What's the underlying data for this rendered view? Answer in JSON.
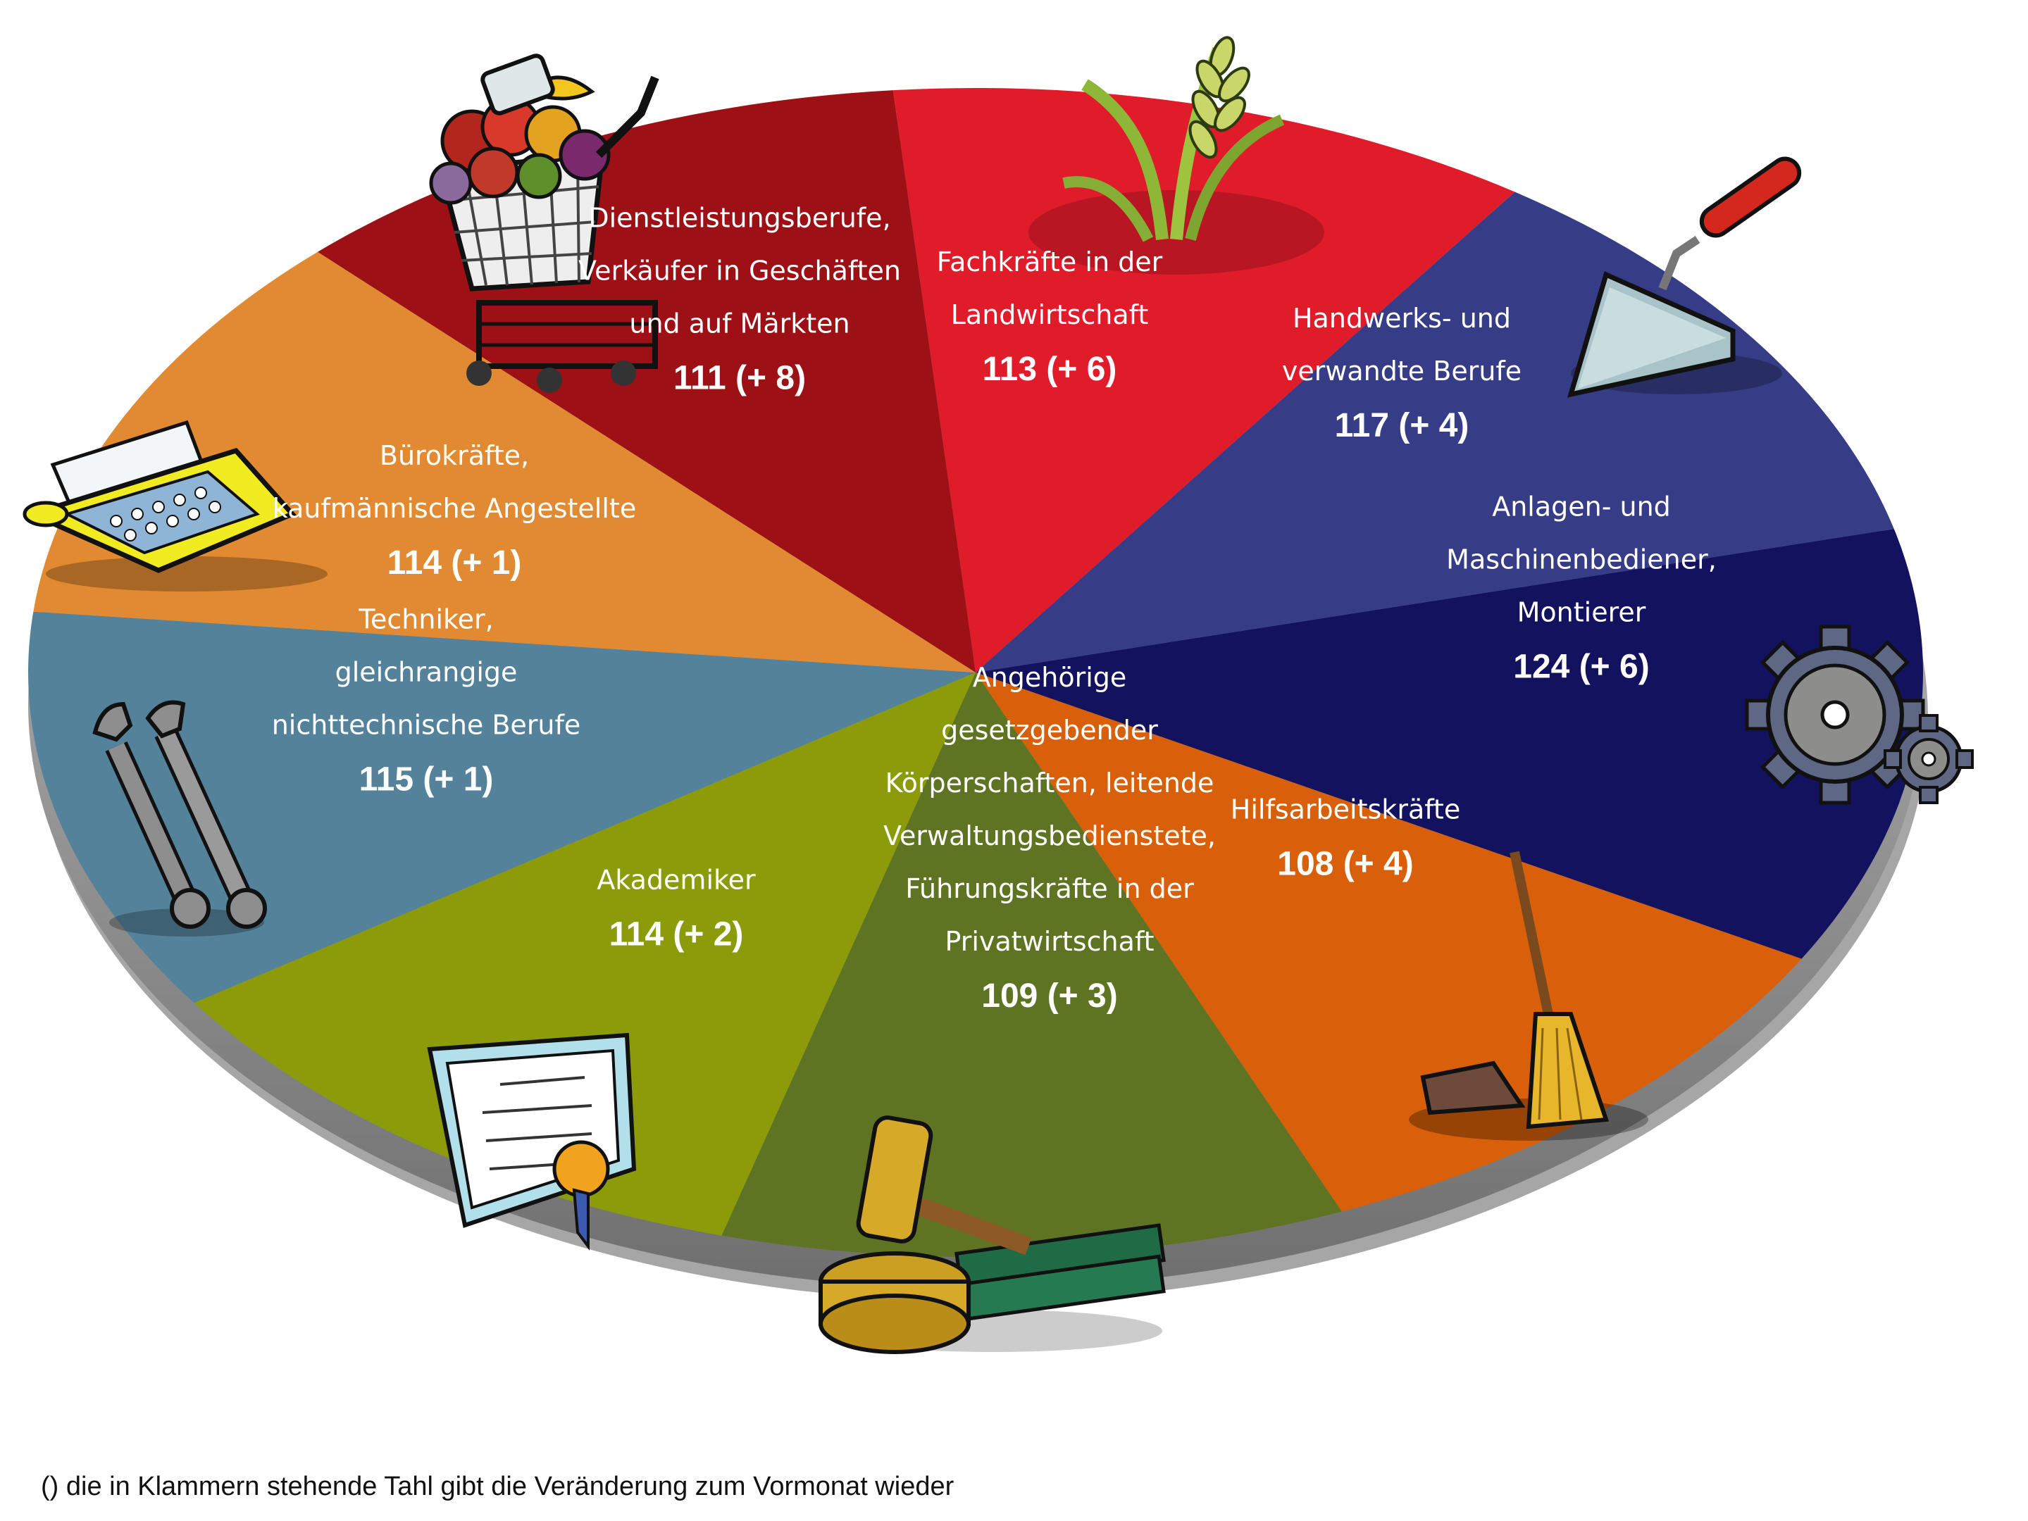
{
  "chart_data": {
    "type": "pie",
    "title": "",
    "slices": [
      {
        "label_lines": [
          "Fachkräfte in  der",
          "Landwirtschaft"
        ],
        "value_text": "113 (+ 6)",
        "value": 113,
        "change": 6,
        "color": "#e01b2a",
        "icon": "wheat-icon"
      },
      {
        "label_lines": [
          "Handwerks- und",
          "verwandte Berufe"
        ],
        "value_text": "117 (+ 4)",
        "value": 117,
        "change": 4,
        "color": "#363d86",
        "icon": "trowel-icon"
      },
      {
        "label_lines": [
          "Anlagen- und",
          "Maschinenbediener,",
          "Montierer"
        ],
        "value_text": "124 (+ 6)",
        "value": 124,
        "change": 6,
        "color": "#12125f",
        "icon": "gears-icon"
      },
      {
        "label_lines": [
          "Hilfsarbeitskräfte"
        ],
        "value_text": "108 (+ 4)",
        "value": 108,
        "change": 4,
        "color": "#d9600a",
        "icon": "broom-icon"
      },
      {
        "label_lines": [
          "Angehörige",
          "gesetzgebender",
          "Körperschaften, leitende",
          "Verwaltungsbedienstete,",
          "Führungskräfte in der",
          "Privatwirtschaft"
        ],
        "value_text": "109 (+ 3)",
        "value": 109,
        "change": 3,
        "color": "#5f7422",
        "icon": "gavel-icon"
      },
      {
        "label_lines": [
          "Akademiker"
        ],
        "value_text": "114 (+ 2)",
        "value": 114,
        "change": 2,
        "color": "#8c9b0a",
        "icon": "diploma-icon"
      },
      {
        "label_lines": [
          "Techniker,",
          "gleichrangige",
          "nichttechnische Berufe"
        ],
        "value_text": "115 (+ 1)",
        "value": 115,
        "change": 1,
        "color": "#54829b",
        "icon": "wrench-icon"
      },
      {
        "label_lines": [
          "Bürokräfte,",
          "kaufmännische Angestellte"
        ],
        "value_text": "114 (+ 1)",
        "value": 114,
        "change": 1,
        "color": "#e28a32",
        "icon": "typewriter-icon"
      },
      {
        "label_lines": [
          "Dienstleistungsberufe,",
          "Verkäufer in Geschäften",
          "und auf Märkten"
        ],
        "value_text": "111 (+ 8)",
        "value": 111,
        "change": 8,
        "color": "#9c1016",
        "icon": "shopping-cart-icon"
      }
    ]
  },
  "footnote": "() die in Klammern stehende Tahl gibt die Veränderung zum Vormonat wieder"
}
